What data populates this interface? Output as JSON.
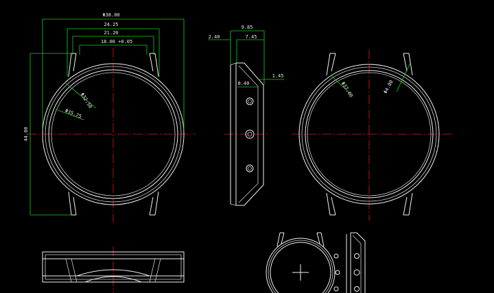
{
  "drawing": {
    "background": "#000000",
    "colors": {
      "outline": "#f2f2f2",
      "dimension": "#19d219",
      "centerline": "#e01818",
      "text": "#e8e8e8"
    },
    "front_view": {
      "dims": {
        "case_dia": "Φ38.00",
        "lug_outer": "24.25",
        "lug_inner": "21.20",
        "strap": "18.00  +0.05",
        "height": "44.00",
        "inner_dia_1": "Φ32.50",
        "inner_dia_2": "Φ35.75"
      }
    },
    "side_view": {
      "dims": {
        "total": "9.85",
        "bezel": "2.40",
        "body": "7.45",
        "step": "1.45",
        "mid": "8.40"
      }
    },
    "back_view": {
      "dims": {
        "back_dia": "Φ37.00",
        "lug_dia": "Φ4.00"
      }
    }
  }
}
